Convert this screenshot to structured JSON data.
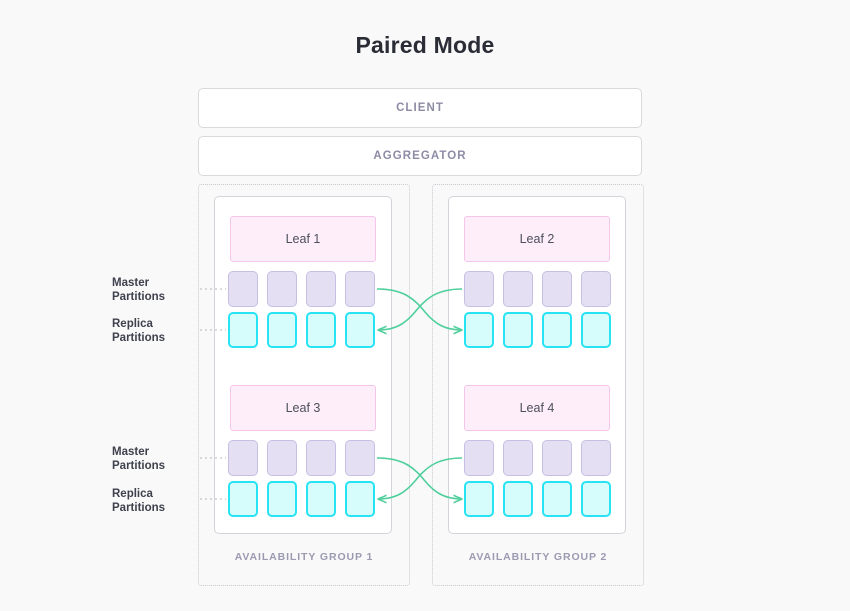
{
  "title": "Paired Mode",
  "colors": {
    "background": "#f9f9fa",
    "title_text": "#2b2d36",
    "bar_border": "#d9d9de",
    "bar_text": "#8e8ca5",
    "frame_dotted": "#c9c9d2",
    "panel_border": "#d4d4da",
    "leaf_fill": "#fdeefa",
    "leaf_border": "#f5c6ea",
    "leaf_text": "#4d4f5c",
    "master_fill": "#e4dff2",
    "master_border": "#c6bfe3",
    "replica_fill": "#d7fcfc",
    "replica_border": "#27e3f4",
    "arrow": "#4ecf9b",
    "leader_line": "#b6b6bf",
    "group_label_text": "#9c9ab1",
    "side_label_text": "#3f414d"
  },
  "top_bars": [
    {
      "label": "CLIENT"
    },
    {
      "label": "AGGREGATOR"
    }
  ],
  "availability_groups": [
    {
      "label": "AVAILABILITY GROUP 1"
    },
    {
      "label": "AVAILABILITY GROUP 2"
    }
  ],
  "leaves": [
    {
      "label": "Leaf 1",
      "group": 1,
      "row": "top",
      "master_count": 4,
      "replica_count": 4
    },
    {
      "label": "Leaf 2",
      "group": 2,
      "row": "top",
      "master_count": 4,
      "replica_count": 4
    },
    {
      "label": "Leaf 3",
      "group": 1,
      "row": "bottom",
      "master_count": 4,
      "replica_count": 4
    },
    {
      "label": "Leaf 4",
      "group": 2,
      "row": "bottom",
      "master_count": 4,
      "replica_count": 4
    }
  ],
  "side_labels": [
    {
      "line1": "Master",
      "line2": "Partitions",
      "row": "top"
    },
    {
      "line1": "Replica",
      "line2": "Partitions",
      "row": "top"
    },
    {
      "line1": "Master",
      "line2": "Partitions",
      "row": "bottom"
    },
    {
      "line1": "Replica",
      "line2": "Partitions",
      "row": "bottom"
    }
  ],
  "pairings": [
    {
      "from": "Leaf 1 master",
      "to": "Leaf 2 replica",
      "row": "top"
    },
    {
      "from": "Leaf 2 master",
      "to": "Leaf 1 replica",
      "row": "top"
    },
    {
      "from": "Leaf 3 master",
      "to": "Leaf 4 replica",
      "row": "bottom"
    },
    {
      "from": "Leaf 4 master",
      "to": "Leaf 3 replica",
      "row": "bottom"
    }
  ]
}
